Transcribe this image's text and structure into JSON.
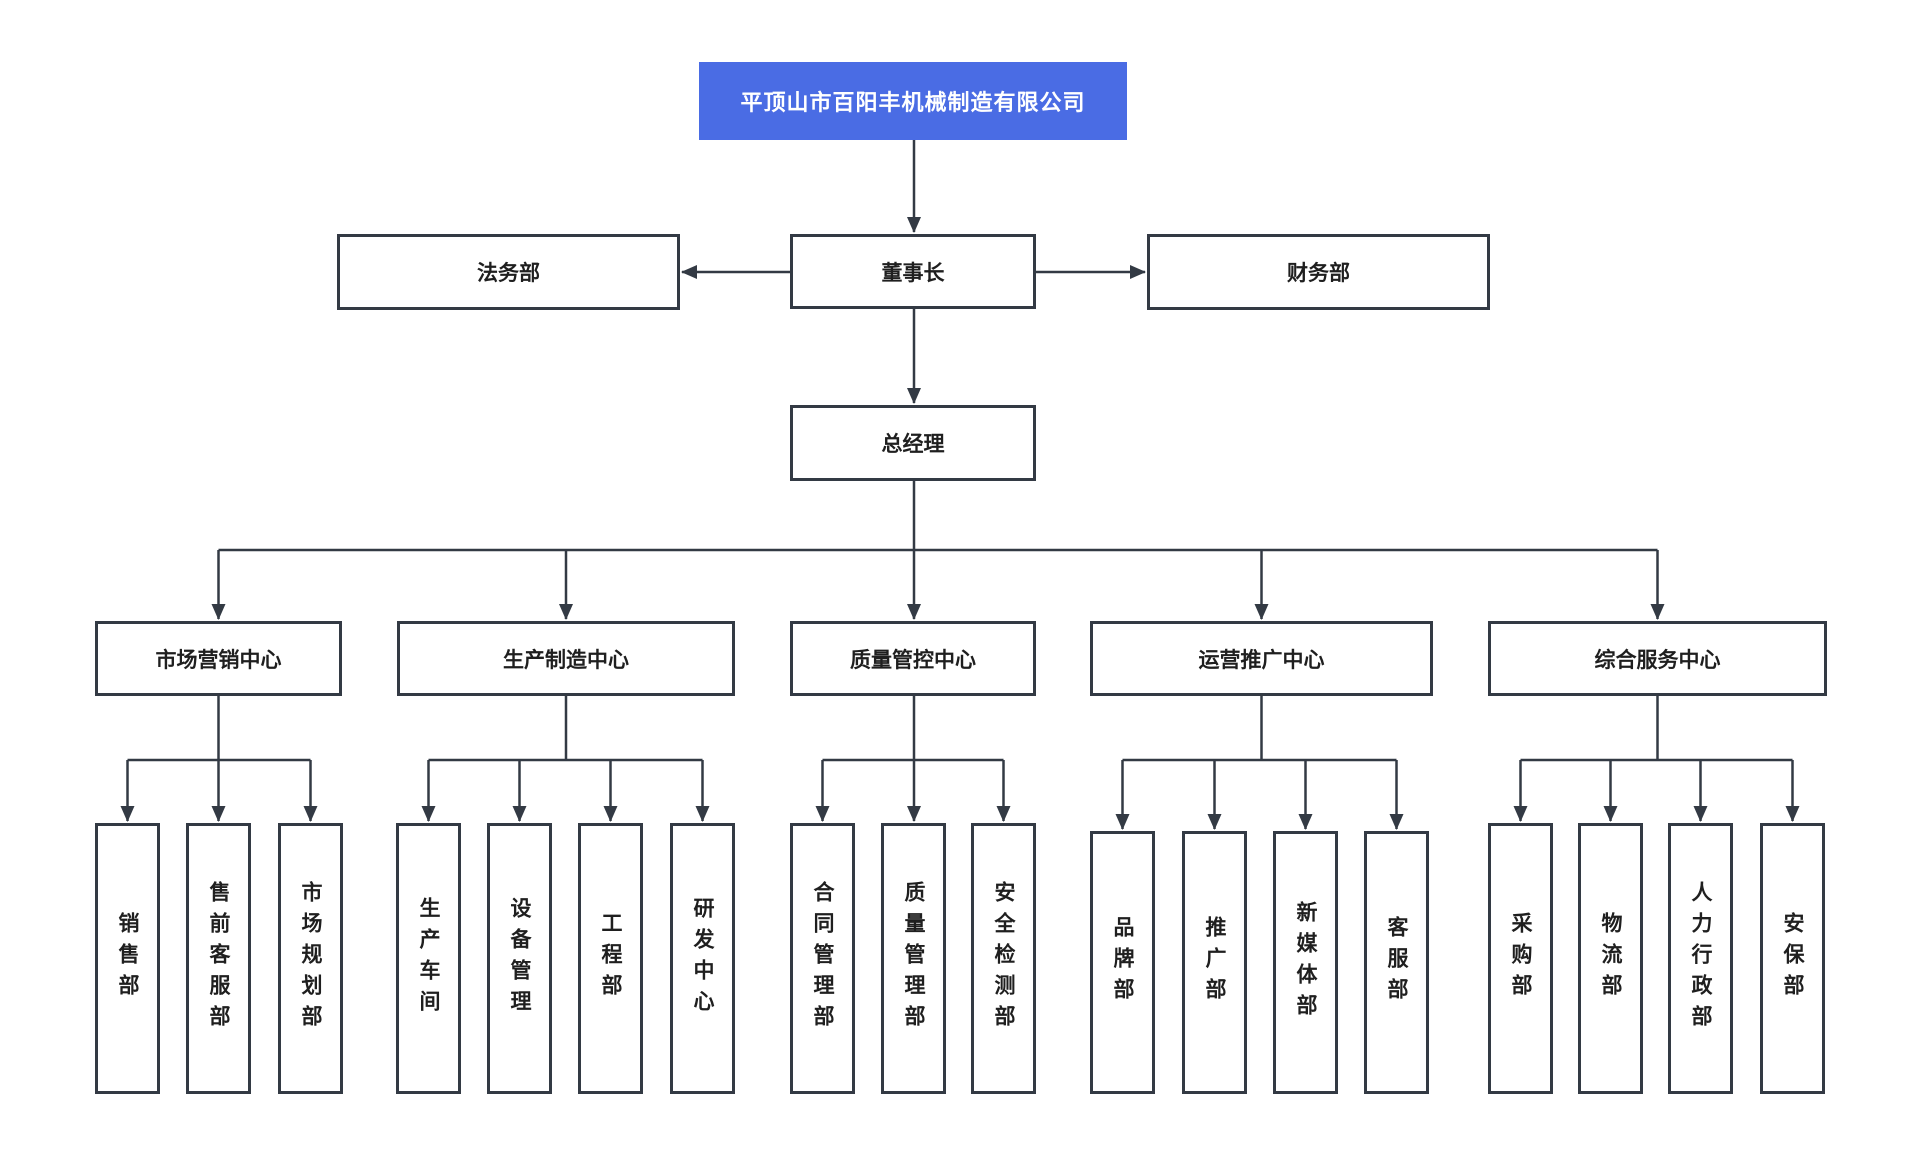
{
  "colors": {
    "accent_blue": "#4a6ce4",
    "line_dark": "#333a44",
    "box_fill": "#ffffff",
    "root_text": "#ffffff",
    "node_text": "#1f1f1f"
  },
  "org": {
    "company": {
      "label": "平顶山市百阳丰机械制造有限公司"
    },
    "chairman": {
      "label": "董事长"
    },
    "legal_dept": {
      "label": "法务部"
    },
    "finance_dept": {
      "label": "财务部"
    },
    "general_manager": {
      "label": "总经理"
    },
    "centers": [
      {
        "label": "市场营销中心",
        "children": [
          {
            "label": "销售部"
          },
          {
            "label": "售前客服部"
          },
          {
            "label": "市场规划部"
          }
        ]
      },
      {
        "label": "生产制造中心",
        "children": [
          {
            "label": "生产车间"
          },
          {
            "label": "设备管理"
          },
          {
            "label": "工程部"
          },
          {
            "label": "研发中心"
          }
        ]
      },
      {
        "label": "质量管控中心",
        "children": [
          {
            "label": "合同管理部"
          },
          {
            "label": "质量管理部"
          },
          {
            "label": "安全检测部"
          }
        ]
      },
      {
        "label": "运营推广中心",
        "children": [
          {
            "label": "品牌部"
          },
          {
            "label": "推广部"
          },
          {
            "label": "新媒体部"
          },
          {
            "label": "客服部"
          }
        ]
      },
      {
        "label": "综合服务中心",
        "children": [
          {
            "label": "采购部"
          },
          {
            "label": "物流部"
          },
          {
            "label": "人力行政部"
          },
          {
            "label": "安保部"
          }
        ]
      }
    ]
  }
}
